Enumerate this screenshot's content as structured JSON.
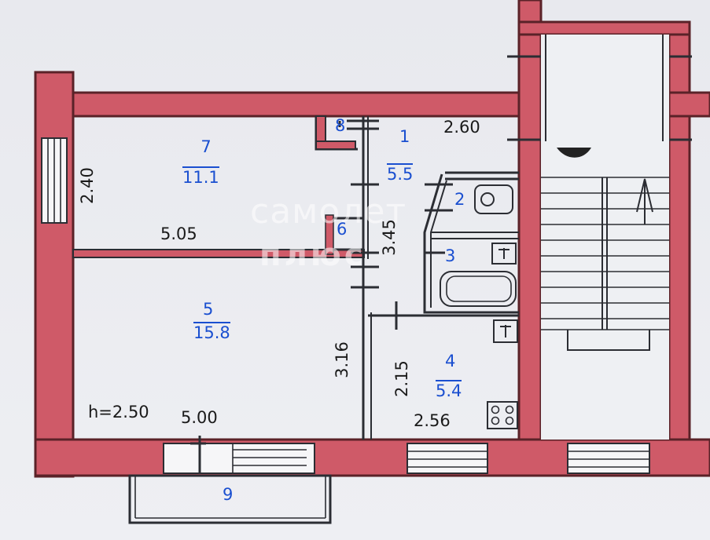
{
  "rooms": [
    {
      "number": "7",
      "area": "11.1"
    },
    {
      "number": "1",
      "area": "5.5"
    },
    {
      "number": "5",
      "area": "15.8"
    },
    {
      "number": "4",
      "area": "5.4"
    },
    {
      "number": "2"
    },
    {
      "number": "3"
    },
    {
      "number": "6"
    },
    {
      "number": "8"
    },
    {
      "number": "9"
    }
  ],
  "dimensions": {
    "d_2_60": "2.60",
    "d_2_40": "2.40",
    "d_5_05": "5.05",
    "d_3_45": "3.45",
    "d_3_16": "3.16",
    "d_2_15": "2.15",
    "d_2_56": "2.56",
    "d_5_00": "5.00"
  },
  "ceiling_height": "h=2.50",
  "watermark": {
    "top": "самолет",
    "bottom": "плюс"
  },
  "colors": {
    "wall": "#cf5a68",
    "label_blue": "#1a4fd0",
    "background": "#e9eaef"
  },
  "icons": [
    "bathtub-icon",
    "toilet-icon",
    "stove-icon",
    "sink-icon",
    "stair-arrow-icon"
  ]
}
